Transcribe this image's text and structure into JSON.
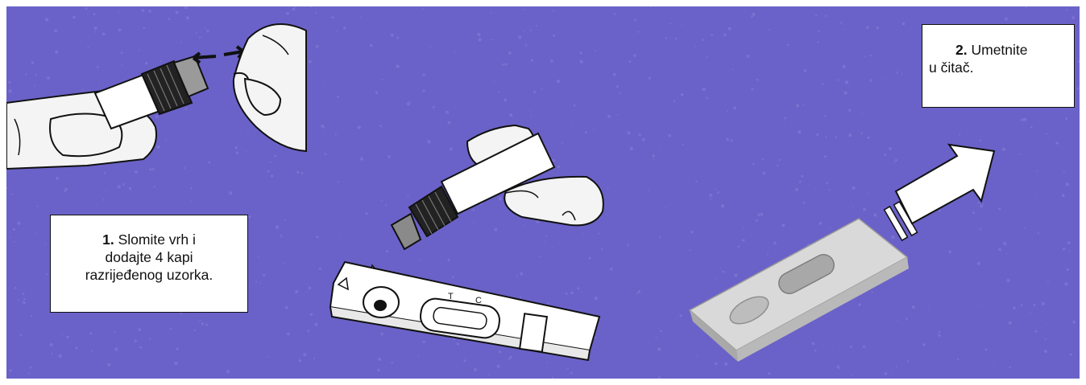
{
  "background_color": "#6a62c8",
  "speckle_color": "#8a7fd8",
  "step1": {
    "number": "1.",
    "text_line1": "Slomite vrh i",
    "text_line2": "dodajte 4 kapi",
    "text_line3": "razrijeđenog uzorka."
  },
  "step2": {
    "number": "2.",
    "text_line1": "Umetnite",
    "text_line2": "u čitač."
  },
  "cassette_marks": {
    "t": "T",
    "c": "C"
  }
}
